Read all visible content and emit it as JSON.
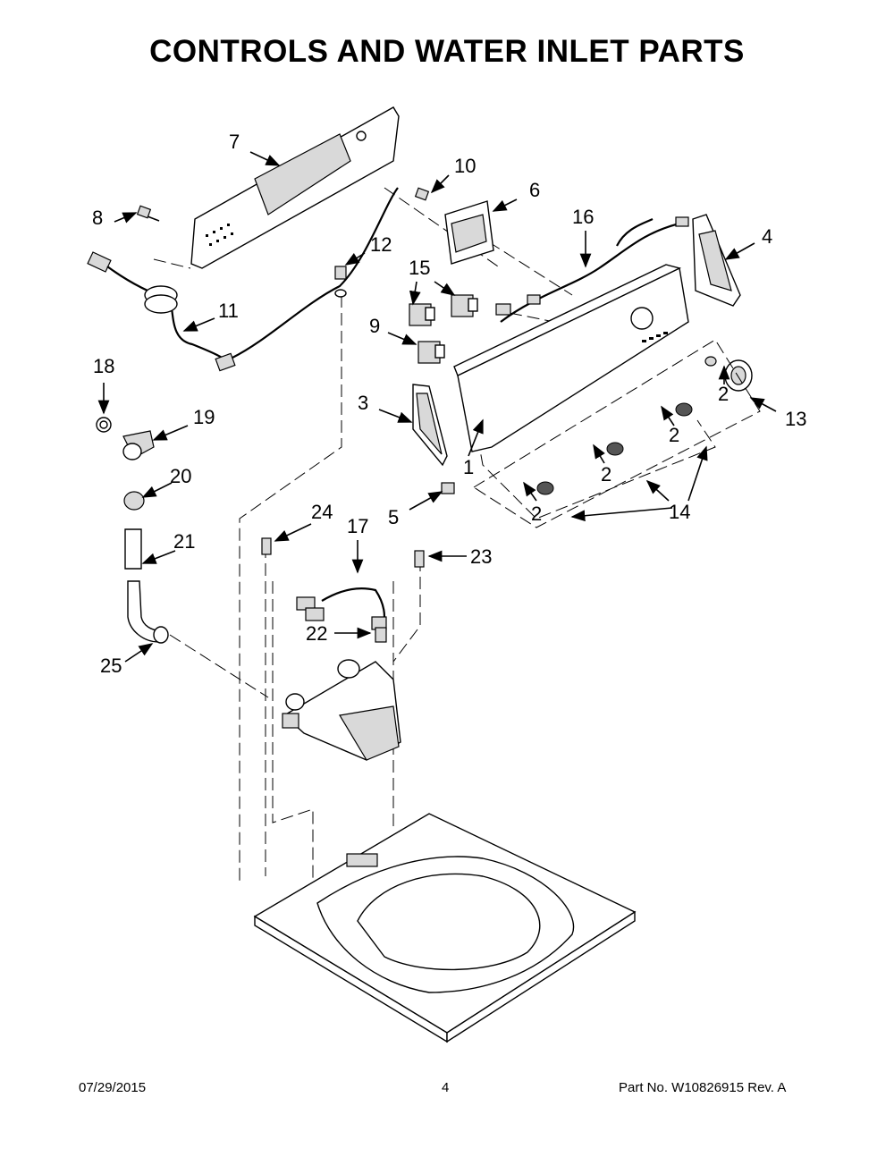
{
  "title": "CONTROLS AND WATER INLET PARTS",
  "callouts": [
    {
      "id": "c7",
      "label": "7"
    },
    {
      "id": "c10",
      "label": "10"
    },
    {
      "id": "c6",
      "label": "6"
    },
    {
      "id": "c8",
      "label": "8"
    },
    {
      "id": "c12",
      "label": "12"
    },
    {
      "id": "c16",
      "label": "16"
    },
    {
      "id": "c4",
      "label": "4"
    },
    {
      "id": "c15",
      "label": "15"
    },
    {
      "id": "c11",
      "label": "11"
    },
    {
      "id": "c9",
      "label": "9"
    },
    {
      "id": "c18",
      "label": "18"
    },
    {
      "id": "c19",
      "label": "19"
    },
    {
      "id": "c3",
      "label": "3"
    },
    {
      "id": "c2a",
      "label": "2"
    },
    {
      "id": "c13",
      "label": "13"
    },
    {
      "id": "c2b",
      "label": "2"
    },
    {
      "id": "c20",
      "label": "20"
    },
    {
      "id": "c1",
      "label": "1"
    },
    {
      "id": "c2c",
      "label": "2"
    },
    {
      "id": "c24",
      "label": "24"
    },
    {
      "id": "c5",
      "label": "5"
    },
    {
      "id": "c2d",
      "label": "2"
    },
    {
      "id": "c14",
      "label": "14"
    },
    {
      "id": "c17",
      "label": "17"
    },
    {
      "id": "c21",
      "label": "21"
    },
    {
      "id": "c23",
      "label": "23"
    },
    {
      "id": "c22",
      "label": "22"
    },
    {
      "id": "c25",
      "label": "25"
    }
  ],
  "footer": {
    "date": "07/29/2015",
    "page": "4",
    "part": "Part No.  W10826915  Rev.  A"
  }
}
